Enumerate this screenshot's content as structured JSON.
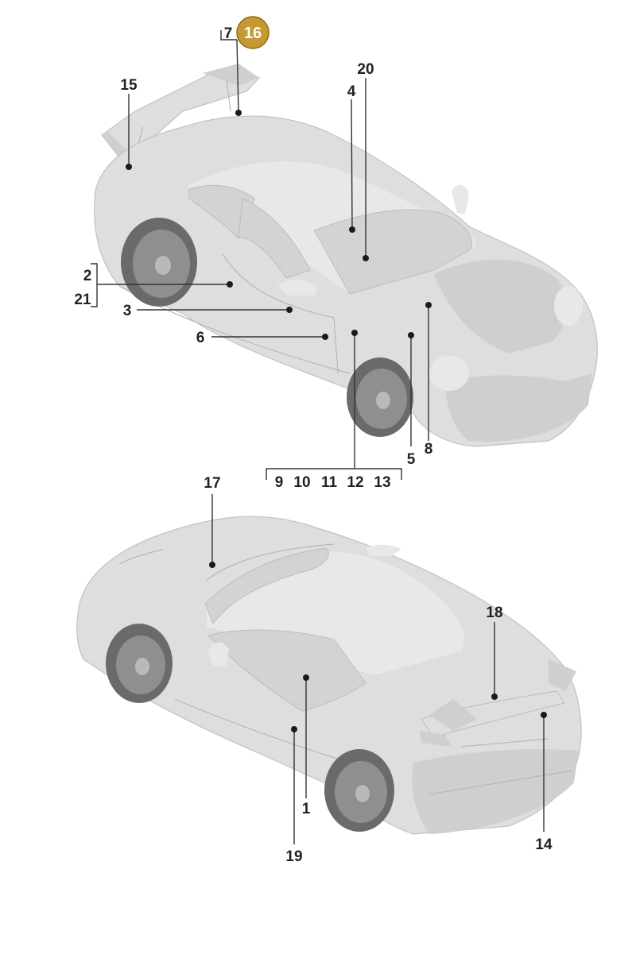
{
  "callouts": {
    "c1": "1",
    "c2": "2",
    "c3": "3",
    "c4": "4",
    "c5": "5",
    "c6": "6",
    "c7": "7",
    "c8": "8",
    "c9": "9",
    "c10": "10",
    "c11": "11",
    "c12": "12",
    "c13": "13",
    "c14": "14",
    "c15": "15",
    "c16": "16",
    "c17": "17",
    "c18": "18",
    "c19": "19",
    "c20": "20",
    "c21": "21"
  },
  "highlight": {
    "callout": "16",
    "color": "#c59a2e"
  },
  "colors": {
    "car_body": "#dedede",
    "tire": "#6a6a6a",
    "text": "#222222"
  }
}
